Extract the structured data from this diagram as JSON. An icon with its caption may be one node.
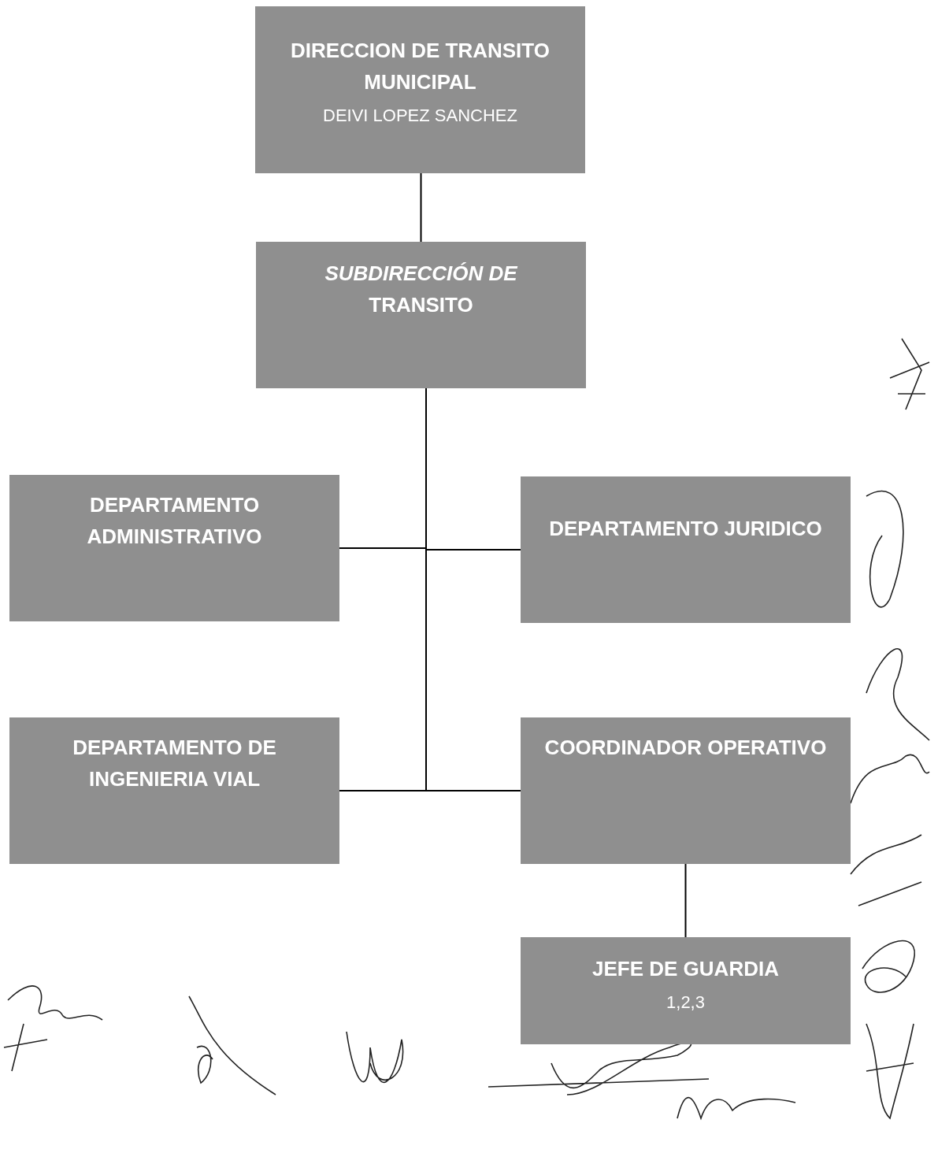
{
  "diagram": {
    "nodes": [
      {
        "text": [
          "DIRECCION DE TRANSITO MUNICIPAL",
          "DEIVI LOPEZ SANCHEZ"
        ]
      },
      {
        "text": [
          "*SUBDIRECCIÓN DE* TRANSITO"
        ]
      },
      {
        "text": [
          "DEPARTAMENTO ADMINISTRATIVO"
        ]
      },
      {
        "text": [
          "DEPARTAMENTO JURIDICO"
        ]
      },
      {
        "text": [
          "DEPARTAMENTO DE INGENIERIA VIAL"
        ]
      },
      {
        "text": [
          "COORDINADOR OPERATIVO"
        ]
      },
      {
        "text": [
          "JEFE DE GUARDIA",
          "1,2,3"
        ]
      }
    ],
    "edges": [
      {
        "from": 0,
        "to": 1,
        "arrow": "none"
      },
      {
        "from": 1,
        "to": 2,
        "arrow": "none"
      },
      {
        "from": 1,
        "to": 3,
        "arrow": "none"
      },
      {
        "from": 1,
        "to": 4,
        "arrow": "none"
      },
      {
        "from": 1,
        "to": 5,
        "arrow": "none"
      },
      {
        "from": 5,
        "to": 6,
        "arrow": "none"
      }
    ]
  }
}
